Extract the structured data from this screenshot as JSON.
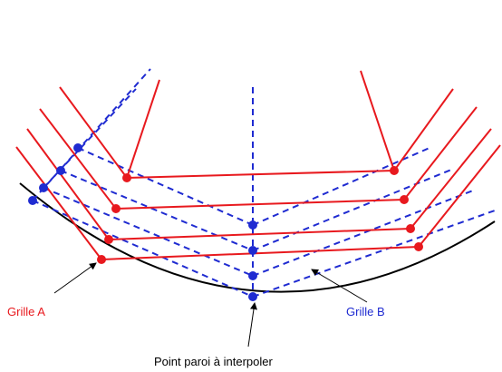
{
  "labels": {
    "grid_a": "Grille A",
    "grid_b": "Grille B",
    "wall_point": "Point paroi à interpoler"
  },
  "colors": {
    "grid_a": "#e8191e",
    "grid_b": "#1f2bd1",
    "wall": "#000000"
  }
}
